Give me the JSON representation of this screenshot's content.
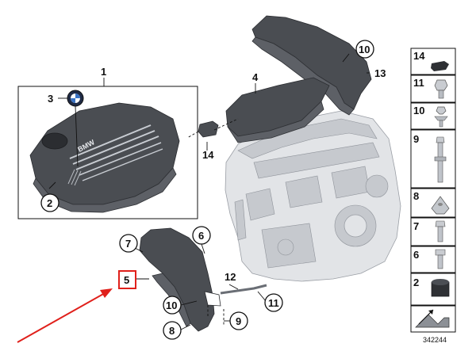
{
  "diagram": {
    "callouts": {
      "c1": "1",
      "c2": "2",
      "c3": "3",
      "c4": "4",
      "c5": "5",
      "c6": "6",
      "c7": "7",
      "c8": "8",
      "c9": "9",
      "c10a": "10",
      "c10b": "10",
      "c11": "11",
      "c12": "12",
      "c13": "13",
      "c14": "14"
    },
    "cover_badge_text": "BMW",
    "highlight_color": "#e0201b",
    "arrow_color": "#e0201b"
  },
  "legend_panel": {
    "items": [
      "14",
      "11",
      "10",
      "9",
      "8",
      "7",
      "6",
      "2"
    ]
  },
  "reference_number": "342244"
}
